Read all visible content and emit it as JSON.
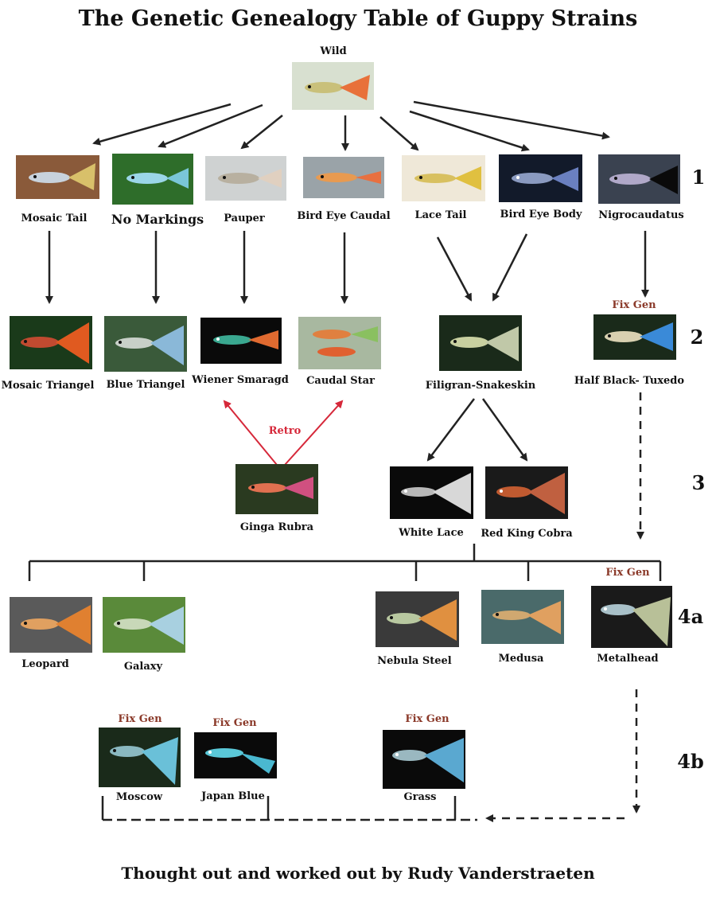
{
  "title": "The Genetic Genealogy Table of Guppy Strains",
  "footer": "Thought out and worked out by Rudy Vanderstraeten",
  "retro_label": "Retro",
  "fix_gen_label": "Fix Gen",
  "levels": [
    "1",
    "2",
    "3",
    "4a",
    "4b"
  ],
  "strains": {
    "wild": "Wild",
    "mosaic_tail": "Mosaic Tail",
    "no_markings": "No Markings",
    "pauper": "Pauper",
    "bird_eye_caudal": "Bird Eye Caudal",
    "lace_tail": "Lace Tail",
    "bird_eye_body": "Bird Eye Body",
    "nigrocaudatus": "Nigrocaudatus",
    "mosaic_triangel": "Mosaic Triangel",
    "blue_triangel": "Blue Triangel",
    "wiener_smaragd": "Wiener Smaragd",
    "caudal_star": "Caudal Star",
    "filigran_snakeskin": "Filigran-Snakeskin",
    "half_black_tuxedo": "Half Black- Tuxedo",
    "ginga_rubra": "Ginga Rubra",
    "white_lace": "White Lace",
    "red_king_cobra": "Red King Cobra",
    "leopard": "Leopard",
    "galaxy": "Galaxy",
    "nebula_steel": "Nebula Steel",
    "medusa": "Medusa",
    "metalhead": "Metalhead",
    "moscow": "Moscow",
    "japan_blue": "Japan Blue",
    "grass": "Grass"
  }
}
